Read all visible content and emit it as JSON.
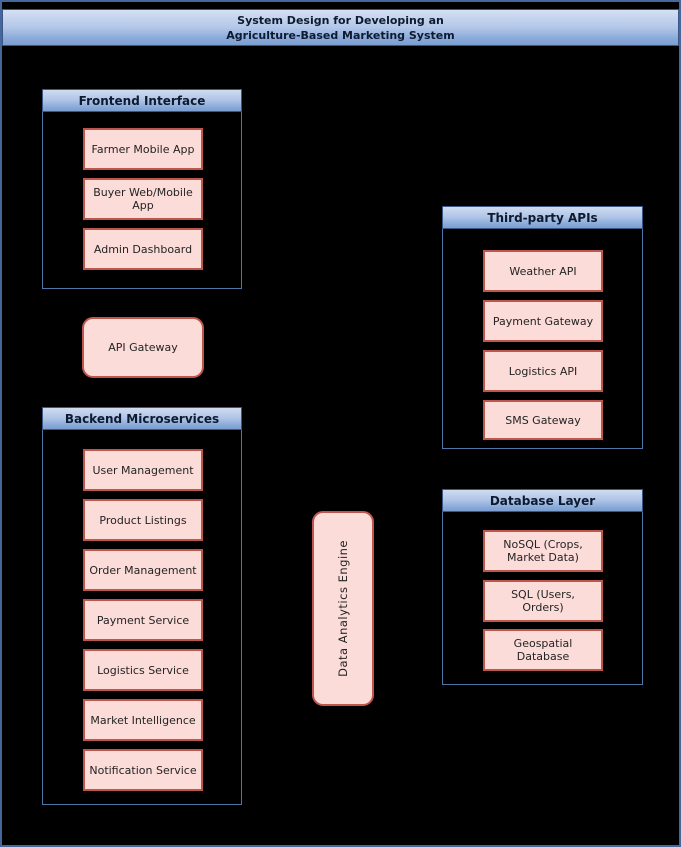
{
  "title": {
    "line1": "System Design for Developing an",
    "line2": "Agriculture-Based Marketing System"
  },
  "groups": {
    "frontend": {
      "label": "Frontend Interface",
      "nodes": [
        "Farmer Mobile App",
        "Buyer Web/Mobile\nApp",
        "Admin Dashboard"
      ]
    },
    "backend": {
      "label": "Backend Microservices",
      "nodes": [
        "User Management",
        "Product Listings",
        "Order Management",
        "Payment Service",
        "Logistics Service",
        "Market Intelligence",
        "Notification Service"
      ]
    },
    "third_party": {
      "label": "Third-party APIs",
      "nodes": [
        "Weather API",
        "Payment Gateway",
        "Logistics API",
        "SMS Gateway"
      ]
    },
    "database": {
      "label": "Database Layer",
      "nodes": [
        "NoSQL (Crops,\nMarket Data)",
        "SQL (Users,\nOrders)",
        "Geospatial\nDatabase"
      ]
    }
  },
  "standalone_nodes": {
    "api_gateway": "API Gateway",
    "analytics_engine": "Data Analytics Engine"
  },
  "colors": {
    "background": "#000000",
    "node_fill": "#fbdcd9",
    "node_border": "#bd574e",
    "header_gradient_top": "#d5e0f3",
    "header_gradient_bottom": "#7c9fd1",
    "group_border": "#4f74a8",
    "header_border": "#3a5786",
    "outer_border": "#46679c",
    "text_dark": "#0e1a30"
  }
}
